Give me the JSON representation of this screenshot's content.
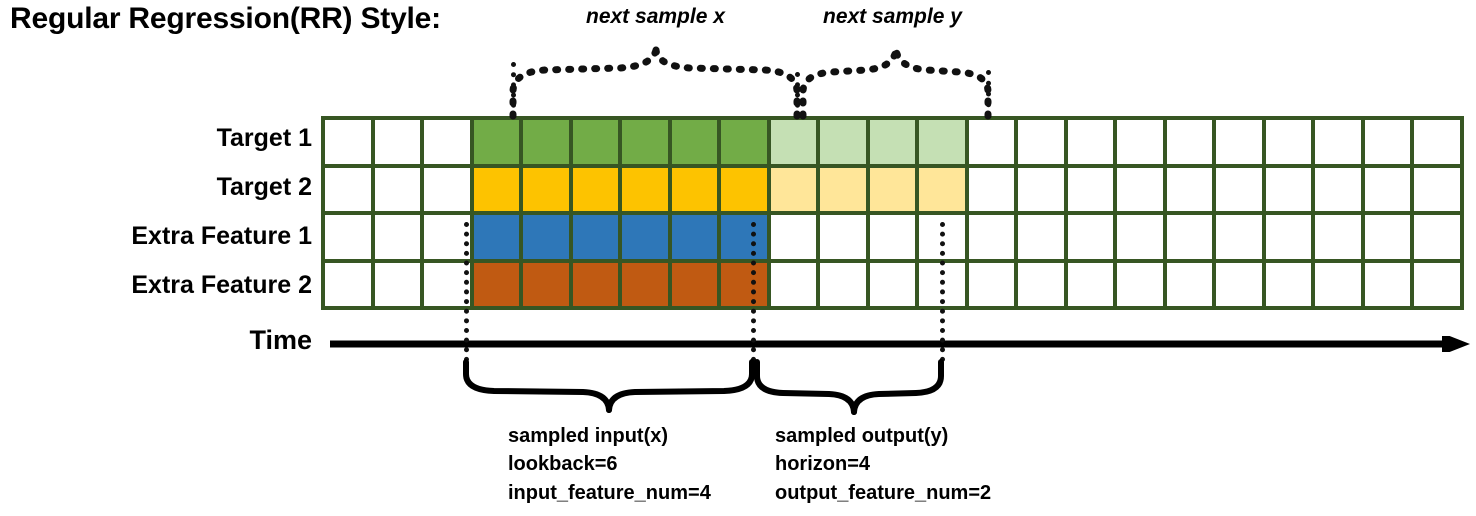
{
  "title": "Regular Regression(RR) Style:",
  "rows": [
    {
      "label": "Target 1",
      "solid_color": "#72AC47",
      "faded_color": "#C5E0B4",
      "has_faded": true
    },
    {
      "label": "Target 2",
      "solid_color": "#FDC300",
      "faded_color": "#FFE699",
      "has_faded": true
    },
    {
      "label": "Extra Feature 1",
      "solid_color": "#2E77B8",
      "faded_color": "#FFFFFF",
      "has_faded": false
    },
    {
      "label": "Extra Feature 2",
      "solid_color": "#C05A12",
      "faded_color": "#FFFFFF",
      "has_faded": false
    }
  ],
  "grid": {
    "total_columns": 23,
    "leading_blank_columns": 3,
    "input_columns": 6,
    "output_columns": 4,
    "trailing_blank_columns": 10,
    "border_color": "#375623",
    "empty_cell_color": "#FFFFFF"
  },
  "time_axis": {
    "label": "Time"
  },
  "top_annotations": [
    {
      "text": "next sample x"
    },
    {
      "text": "next sample y"
    }
  ],
  "bottom_annotations": [
    {
      "title": "sampled input(x)",
      "line2": "lookback=6",
      "line3": "input_feature_num=4"
    },
    {
      "title": "sampled output(y)",
      "line2": "horizon=4",
      "line3": "output_feature_num=2"
    }
  ]
}
